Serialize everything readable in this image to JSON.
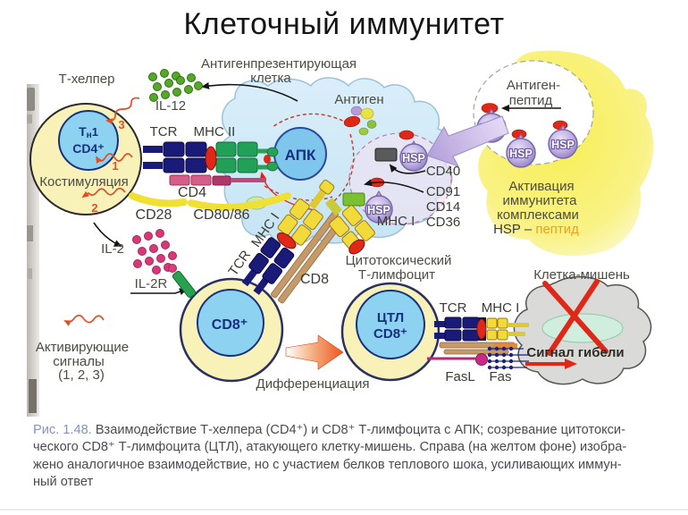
{
  "title": "Клеточный иммунитет",
  "labels": {
    "t_helper": "Т-хелпер",
    "apc_line1": "Антигенпрезентирующая",
    "apc_line2": "клетка",
    "il12": "IL-12",
    "antigen": "Антиген",
    "th1_t": "Т",
    "th1_h": "н",
    "th1_num": "1",
    "cd4plus": "CD4⁺",
    "costim": "Костимуляция",
    "tcr": "TCR",
    "mhc2": "MHC II",
    "cd4": "CD4",
    "cd28": "CD28",
    "cd8086": "CD80/86",
    "apk": "АПК",
    "hsp": "HSP",
    "cd40": "CD40",
    "cd91": "CD91",
    "cd14": "CD14",
    "cd36": "CD36",
    "mhc1": "MHC I",
    "num1": "1",
    "num2": "2",
    "num3": "3",
    "il2": "IL-2",
    "il2r": "IL-2R",
    "act1": "Активирующие",
    "act2": "сигналы",
    "act3": "(1, 2, 3)",
    "cd8plus": "CD8⁺",
    "cd8": "CD8",
    "cyto1": "Цитотоксический",
    "cyto2": "Т-лимфоцит",
    "ctl": "ЦТЛ",
    "diff": "Дифференциация",
    "fasl": "FasL",
    "fas": "Fas",
    "target": "Клетка-мишень",
    "death": "Сигнал гибели",
    "ap1": "Антиген-",
    "ap2": "пептид",
    "acti1": "Активация",
    "acti2": "иммунитета",
    "acti3": "комплексами",
    "acti4a": "HSP – ",
    "acti4b": "пептид"
  },
  "caption": {
    "fig": "Рис. 1.48.",
    "rest1": " Взаимодействие Т-хелпера (CD4⁺) и CD8⁺ Т-лимфоцита с АПК; созревание цитотокси-",
    "line2": "ческого CD8⁺ Т-лимфоцита (ЦТЛ), атакующего клетку-мишень. Справа (на желтом фоне) изобра-",
    "line3": "жено аналогичное взаимодействие, но с участием белков теплового шока, усиливающих иммун-",
    "line4": "ный ответ"
  },
  "colors": {
    "accent_red": "#e02818",
    "hsp_purple": "#b2a2dc",
    "membrane_yellow": "#f0e032",
    "cell_yellow": "#f8f2b8",
    "cell_blue": "#8ed2f2",
    "apc_blue": "#d6ecf8",
    "target_gray": "#dadad8",
    "caption_fig_blue": "#8694b8"
  }
}
